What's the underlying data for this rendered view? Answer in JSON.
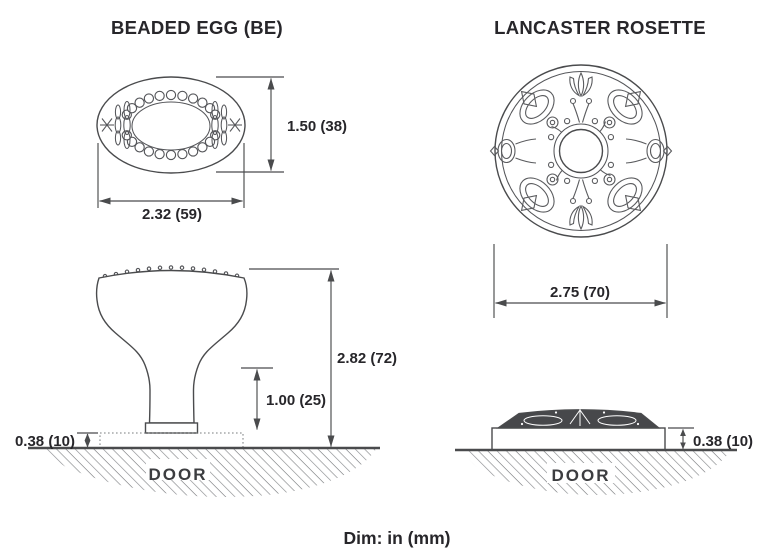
{
  "figures": {
    "beaded_egg": {
      "title": "BEADED EGG (BE)",
      "top_view": {
        "height_dim": "1.50 (38)",
        "width_dim": "2.32 (59)"
      },
      "side_view": {
        "overall_height_dim": "2.82 (72)",
        "knob_height_dim": "1.00 (25)",
        "rose_thickness_dim": "0.38 (10)",
        "surface_label": "DOOR"
      }
    },
    "lancaster_rosette": {
      "title": "LANCASTER ROSETTE",
      "top_view": {
        "diameter_dim": "2.75 (70)"
      },
      "side_view": {
        "thickness_dim": "0.38 (10)",
        "surface_label": "DOOR"
      }
    }
  },
  "footer": {
    "units_note": "Dim: in (mm)"
  },
  "colors": {
    "line": "#4a4b4d",
    "text": "#27262a",
    "hatch": "#7f8184",
    "background": "#ffffff"
  }
}
